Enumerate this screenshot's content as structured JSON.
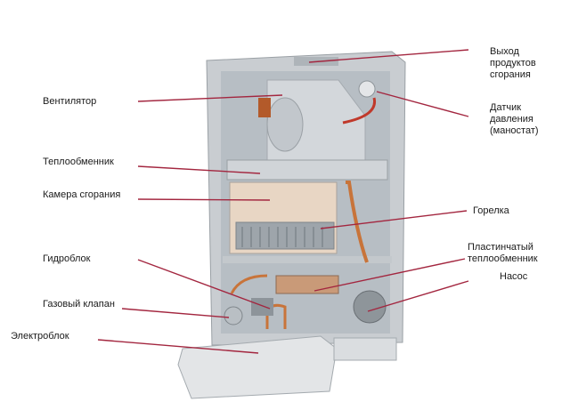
{
  "colors": {
    "leader": "#a3263f",
    "body": "#d9dde0",
    "chamber": "#e8d6c4",
    "copper": "#c8743a"
  },
  "labels": {
    "fan": "Вентилятор",
    "heat_exchanger": "Теплообменник",
    "combustion_chamber": "Камера сгорания",
    "hydroblock": "Гидроблок",
    "gas_valve": "Газовый клапан",
    "electronics": "Электроблок",
    "exhaust_line1": "Выход",
    "exhaust_line2": "продуктов",
    "exhaust_line3": "сгорания",
    "pressure_line1": "Датчик",
    "pressure_line2": "давления",
    "pressure_line3": "(маностат)",
    "burner": "Горелка",
    "plate_hx_line1": "Пластинчатый",
    "plate_hx_line2": "теплообменник",
    "pump": "Насос"
  }
}
